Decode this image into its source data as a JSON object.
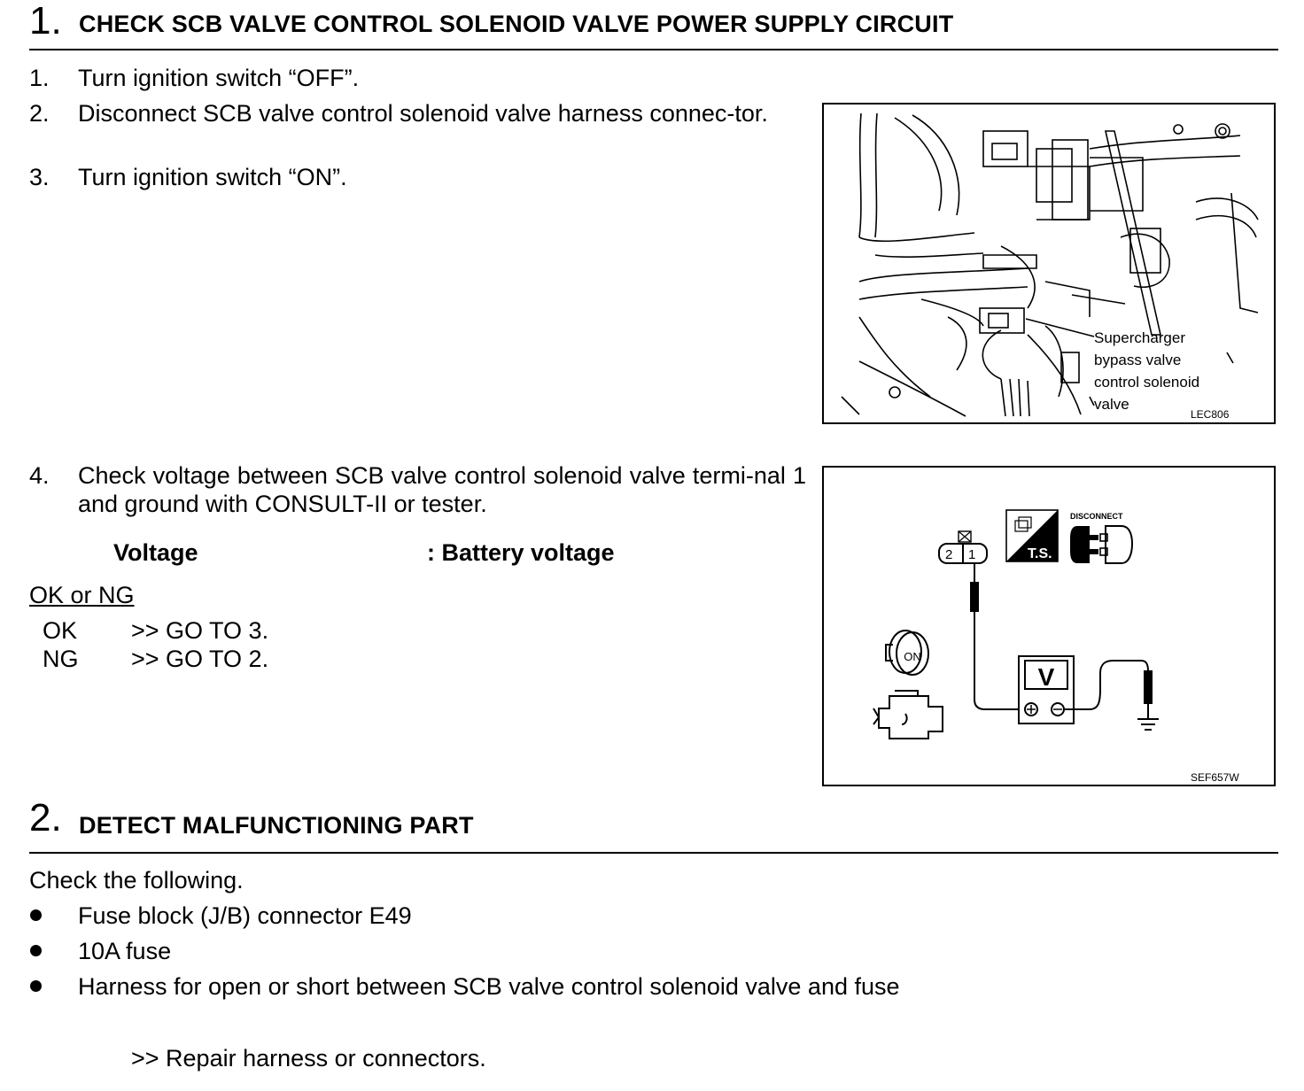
{
  "step1": {
    "number": "1.",
    "title": "CHECK SCB VALVE CONTROL SOLENOID VALVE POWER SUPPLY CIRCUIT",
    "instructions": [
      {
        "num": "1.",
        "text": "Turn ignition switch “OFF”."
      },
      {
        "num": "2.",
        "text": "Disconnect SCB valve control solenoid valve harness connec-tor."
      },
      {
        "num": "3.",
        "text": "Turn ignition switch “ON”."
      },
      {
        "num": "4.",
        "text": "Check voltage between SCB valve control solenoid valve termi-nal 1 and ground with CONSULT-II or tester."
      }
    ],
    "spec_label": "Voltage",
    "spec_value": ": Battery voltage",
    "result_heading": "OK or NG",
    "results": [
      {
        "status": "OK",
        "action": ">> GO TO 3."
      },
      {
        "status": "NG",
        "action": ">> GO TO 2."
      }
    ],
    "figure1": {
      "label_lines": [
        "Supercharger",
        "bypass valve",
        "control solenoid",
        "valve"
      ],
      "code": "LEC806"
    },
    "figure2": {
      "connector_pins": [
        "2",
        "1"
      ],
      "ts_label": "T.S.",
      "disconnect_label": "DISCONNECT",
      "ignition_label": "ON",
      "meter_label": "V",
      "code": "SEF657W"
    }
  },
  "step2": {
    "number": "2.",
    "title": "DETECT MALFUNCTIONING PART",
    "intro": "Check the following.",
    "items": [
      "Fuse block (J/B) connector E49",
      "10A fuse",
      "Harness for open or short between SCB valve control solenoid valve and fuse"
    ],
    "action": ">> Repair harness or connectors."
  }
}
